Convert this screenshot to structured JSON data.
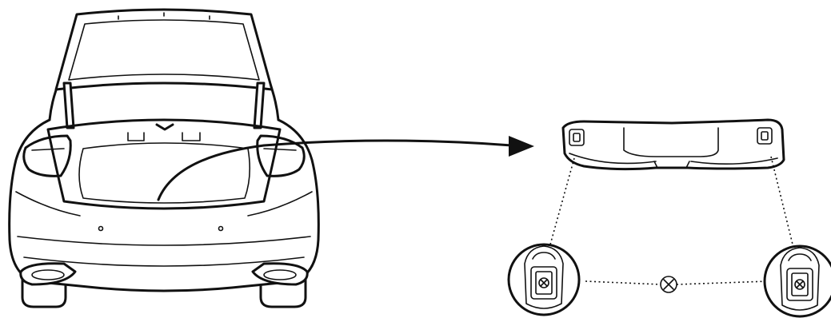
{
  "diagram": {
    "components": [
      {
        "id": "car",
        "icon": "sedan-rear-view-trunk-open-icon"
      },
      {
        "id": "trunk-trim-panel",
        "icon": "trunk-lid-trim-panel-icon"
      },
      {
        "id": "left-clip-detail",
        "icon": "retaining-clip-detail-icon"
      },
      {
        "id": "right-clip-detail",
        "icon": "retaining-clip-detail-icon"
      },
      {
        "id": "remove-symbol",
        "icon": "circled-x-icon"
      }
    ],
    "colors": {
      "ink": "#111111",
      "background": "#ffffff"
    }
  }
}
